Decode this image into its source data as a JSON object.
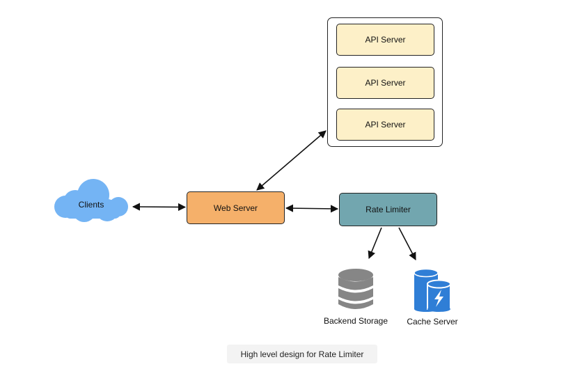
{
  "diagram": {
    "api_servers": [
      {
        "label": "API Server"
      },
      {
        "label": "API Server"
      },
      {
        "label": "API Server"
      }
    ],
    "clients": {
      "label": "Clients",
      "icon": "cloud-icon"
    },
    "web_server": {
      "label": "Web Server"
    },
    "rate_limiter": {
      "label": "Rate Limiter"
    },
    "backend_storage": {
      "label": "Backend Storage",
      "icon": "database-icon"
    },
    "cache_server": {
      "label": "Cache Server",
      "icon": "cache-server-icon"
    },
    "caption": "High level design for Rate Limiter",
    "colors": {
      "api_server_fill": "#fdf0c8",
      "web_server_fill": "#f5b06a",
      "rate_limiter_fill": "#72a6af",
      "cloud_fill": "#74b4f4",
      "database_fill": "#868686",
      "cache_fill": "#2f7ed6"
    },
    "connections": [
      {
        "from": "clients",
        "to": "web_server",
        "direction": "both"
      },
      {
        "from": "web_server",
        "to": "api_servers",
        "direction": "both"
      },
      {
        "from": "web_server",
        "to": "rate_limiter",
        "direction": "both"
      },
      {
        "from": "rate_limiter",
        "to": "backend_storage",
        "direction": "forward"
      },
      {
        "from": "rate_limiter",
        "to": "cache_server",
        "direction": "forward"
      }
    ]
  }
}
